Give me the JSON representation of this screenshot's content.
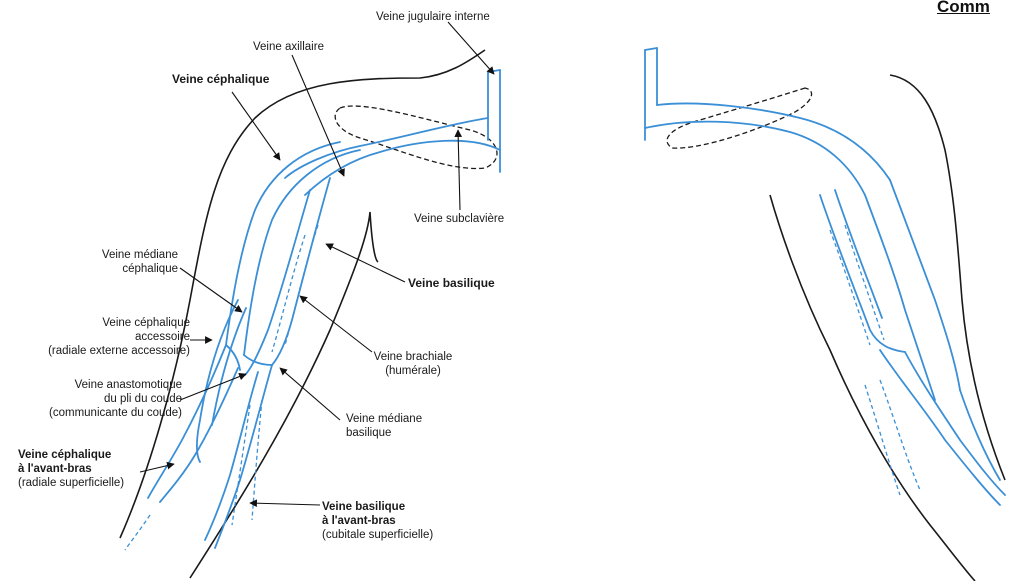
{
  "corner_title": "Comm",
  "colors": {
    "vein": "#3a8fd6",
    "outline": "#1a1a1a",
    "arrow": "#111111",
    "text": "#1a1a1a"
  },
  "labels": {
    "jugulaire": [
      "Veine jugulaire interne"
    ],
    "axillaire": [
      "Veine axillaire"
    ],
    "cephalique": [
      "Veine céphalique"
    ],
    "subclaviere": [
      "Veine subclavière"
    ],
    "basilique": [
      "Veine basilique"
    ],
    "mediane_cephalique": [
      "Veine médiane",
      "céphalique"
    ],
    "cephalique_accessoire": [
      "Veine céphalique",
      "accessoire",
      "(radiale externe accessoire)"
    ],
    "brachiale": [
      "Veine brachiale",
      "(humérale)"
    ],
    "anastomotique": [
      "Veine anastomotique",
      "du pli du coude",
      "(communicante du coude)"
    ],
    "mediane_basilique": [
      "Veine médiane",
      "basilique"
    ],
    "cephalique_avant_bras": [
      "Veine céphalique",
      "à l'avant-bras",
      "(radiale superficielle)"
    ],
    "basilique_avant_bras": [
      "Veine basilique",
      "à l'avant-bras",
      "(cubitale superficielle)"
    ]
  }
}
